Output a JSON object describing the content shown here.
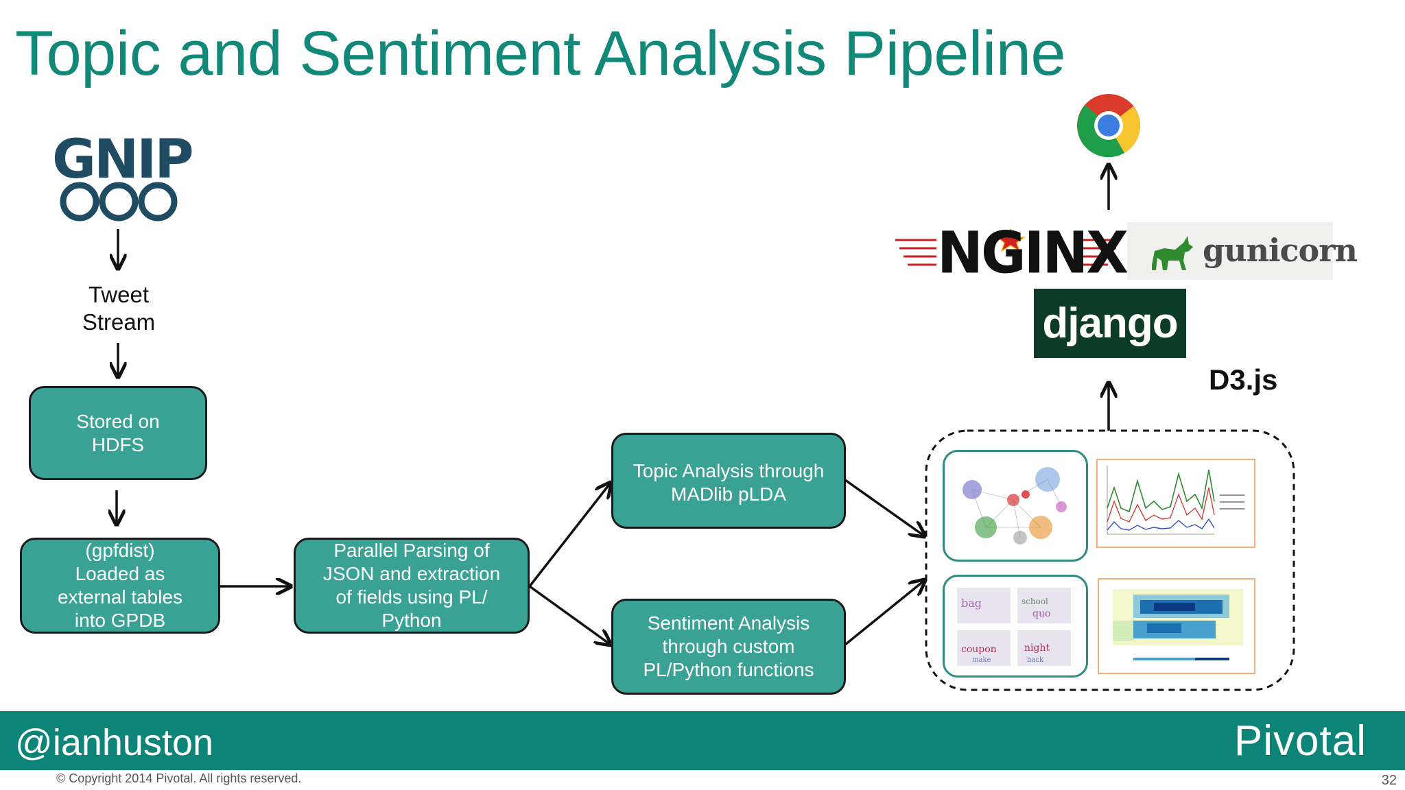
{
  "slide": {
    "title": "Topic and Sentiment Analysis Pipeline",
    "page_number": "32"
  },
  "footer": {
    "handle": "@ianhuston",
    "brand": "Pivotal",
    "copyright": "© Copyright 2014 Pivotal. All rights reserved."
  },
  "logos": {
    "gnip": "GNIP",
    "nginx": "NGINX",
    "gunicorn": "gunicorn",
    "django": "django",
    "d3": "D3.js"
  },
  "nodes": {
    "tweet_stream": "Tweet\nStream",
    "stored_hdfs": "Stored on\nHDFS",
    "gpfdist": "(gpfdist)\nLoaded as\nexternal tables\ninto GPDB",
    "parallel_parsing": "Parallel Parsing of\nJSON and extraction\nof fields using PL/\nPython",
    "topic_analysis": "Topic Analysis through\nMADlib pLDA",
    "sentiment_analysis": "Sentiment Analysis\nthrough custom\nPL/Python functions"
  },
  "colors": {
    "accent": "#128878",
    "box_fill": "#3aa195",
    "footer": "#0c8578",
    "django_bg": "#0c3c26"
  },
  "icons": [
    "gnip-logo",
    "chrome-icon",
    "nginx-logo",
    "gunicorn-unicorn-icon",
    "django-logo"
  ]
}
